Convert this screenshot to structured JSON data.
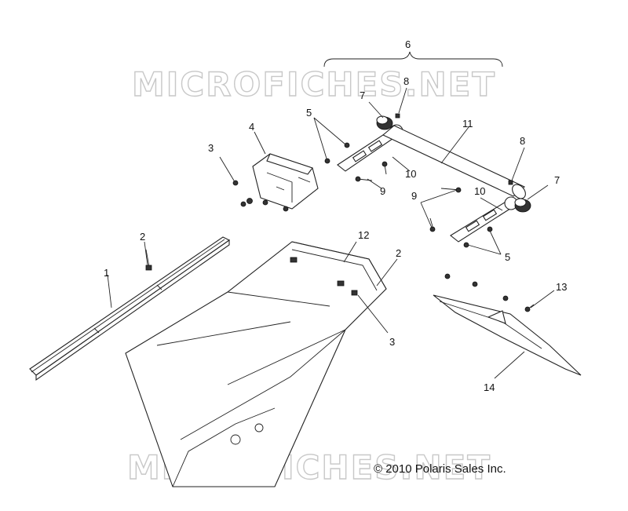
{
  "diagram": {
    "watermark_top": "MICROFICHES.NET",
    "watermark_bottom": "MICROFICHES.NET",
    "copyright": "© 2010 Polaris Sales Inc.",
    "callouts": {
      "c1": "1",
      "c2a": "2",
      "c2b": "2",
      "c3a": "3",
      "c3b": "3",
      "c4": "4",
      "c5a": "5",
      "c5b": "5",
      "c6": "6",
      "c7a": "7",
      "c7b": "7",
      "c8a": "8",
      "c8b": "8",
      "c9a": "9",
      "c9b": "9",
      "c10a": "10",
      "c10b": "10",
      "c11": "11",
      "c12": "12",
      "c13": "13",
      "c14": "14"
    }
  }
}
